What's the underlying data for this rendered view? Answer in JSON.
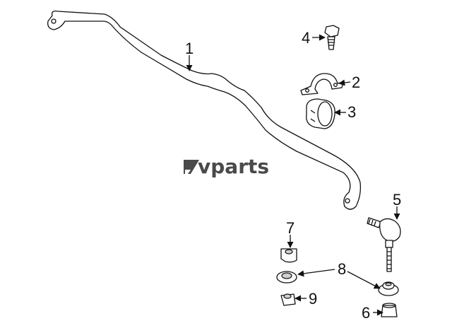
{
  "brand": {
    "logo_text": "vparts",
    "logo_mark": "brand-mark"
  },
  "callouts": {
    "c1": "1",
    "c2": "2",
    "c3": "3",
    "c4": "4",
    "c5": "5",
    "c6": "6",
    "c7": "7",
    "c8": "8",
    "c9": "9"
  }
}
